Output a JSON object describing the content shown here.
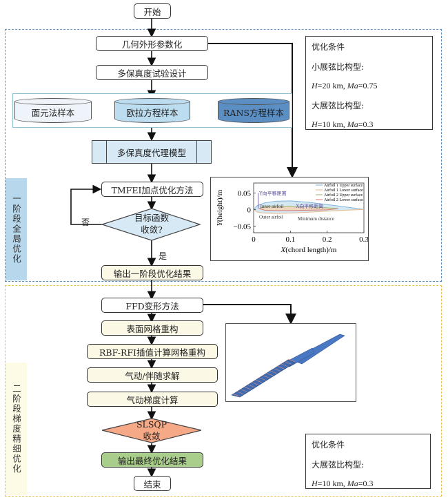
{
  "title": "Two-stage aerodynamic optimization flowchart",
  "start_label": "开始",
  "end_label": "结束",
  "stage1": {
    "tab_label": "一阶段全局优化",
    "steps": {
      "geometry_param": "几何外形参数化",
      "doe": "多保真度试验设计",
      "surrogate": "多保真度代理模型",
      "tmfei": "TMFEI加点优化方法",
      "decision_line1": "目标函数",
      "decision_line2": "收敛?",
      "no_label": "否",
      "yes_label": "是",
      "output": "输出一阶段优化结果"
    },
    "samples": [
      {
        "label": "面元法样本",
        "color": "#eef4fa"
      },
      {
        "label": "欧拉方程样本",
        "color": "#bcdcf0"
      },
      {
        "label": "RANS方程样本",
        "color": "#5b8fc4"
      }
    ],
    "conditions": {
      "title": "优化条件",
      "small_config_label": "小展弦比构型:",
      "small_config_value_h": "H",
      "small_config_value": "=20 km, ",
      "small_config_ma_sym": "Ma",
      "small_config_ma": "=0.75",
      "large_config_label": "大展弦比构型:",
      "large_config_value_h": "H",
      "large_config_value": "=10 km, ",
      "large_config_ma_sym": "Ma",
      "large_config_ma": "=0.3"
    }
  },
  "stage2": {
    "tab_label": "二阶段梯度精细优化",
    "steps": {
      "ffd": "FFD变形方法",
      "surface_mesh": "表面网格重构",
      "rbf": "RBF-RFI插值计算网格重构",
      "solve": "气动/伴随求解",
      "gradient": "气动梯度计算",
      "slsqp_line1": "SLSQP",
      "slsqp_line2": "收敛",
      "final_output": "输出最终优化结果"
    },
    "conditions": {
      "title": "优化条件",
      "large_config_label": "大展弦比构型:",
      "value_h": "H",
      "value": "=10 km, ",
      "ma_sym": "Ma",
      "ma": "=0.3"
    }
  },
  "chart_data": {
    "type": "line",
    "title": "",
    "xlabel_sym": "X",
    "xlabel": "(chord length)/m",
    "ylabel_sym": "Y",
    "ylabel": "(height)/m",
    "xlim": [
      0,
      0.3
    ],
    "ylim": [
      -0.07,
      0.08
    ],
    "xticks": [
      "0",
      "0.1",
      "0.2",
      "0.3"
    ],
    "yticks": [
      "0.05",
      "0",
      "−0.05"
    ],
    "ytick_values": [
      0.05,
      0,
      -0.05
    ],
    "xtick_values": [
      0,
      0.1,
      0.2,
      0.3
    ],
    "legend_position": "top-right",
    "series": [
      {
        "name": "Airfoil 1 Upper surface",
        "color": "#7fb3d8",
        "x": [
          0,
          0.01,
          0.03,
          0.06,
          0.1,
          0.15,
          0.2,
          0.25,
          0.3
        ],
        "y": [
          0,
          0.012,
          0.02,
          0.025,
          0.026,
          0.022,
          0.015,
          0.008,
          0
        ]
      },
      {
        "name": "Airfoil 1 Lower surface",
        "color": "#e9b98a",
        "x": [
          0,
          0.01,
          0.03,
          0.06,
          0.1,
          0.15,
          0.2,
          0.25,
          0.3
        ],
        "y": [
          0,
          -0.008,
          -0.011,
          -0.012,
          -0.011,
          -0.008,
          -0.005,
          -0.002,
          0
        ]
      },
      {
        "name": "Airfoil 2 Upper surface",
        "color": "#9ab86a",
        "x": [
          0.015,
          0.03,
          0.06,
          0.1,
          0.15,
          0.2,
          0.23
        ],
        "y": [
          0.003,
          0.008,
          0.01,
          0.01,
          0.008,
          0.005,
          0.003
        ]
      },
      {
        "name": "Airfoil 2 Lower surface",
        "color": "#d97a7a",
        "x": [
          0.015,
          0.03,
          0.06,
          0.1,
          0.15,
          0.2,
          0.23
        ],
        "y": [
          0.003,
          -0.002,
          -0.003,
          -0.003,
          -0.002,
          -0.001,
          0.003
        ]
      }
    ],
    "annotations": [
      {
        "text": "Y向平移距离",
        "color": "#5a4a9a"
      },
      {
        "text": "Inner airfoil",
        "color": "#333"
      },
      {
        "text": "X向平移距离",
        "color": "#5a4a9a"
      },
      {
        "text": "Outer airfoil",
        "color": "#333"
      },
      {
        "text": "Minimum distance",
        "color": "#333"
      }
    ]
  }
}
